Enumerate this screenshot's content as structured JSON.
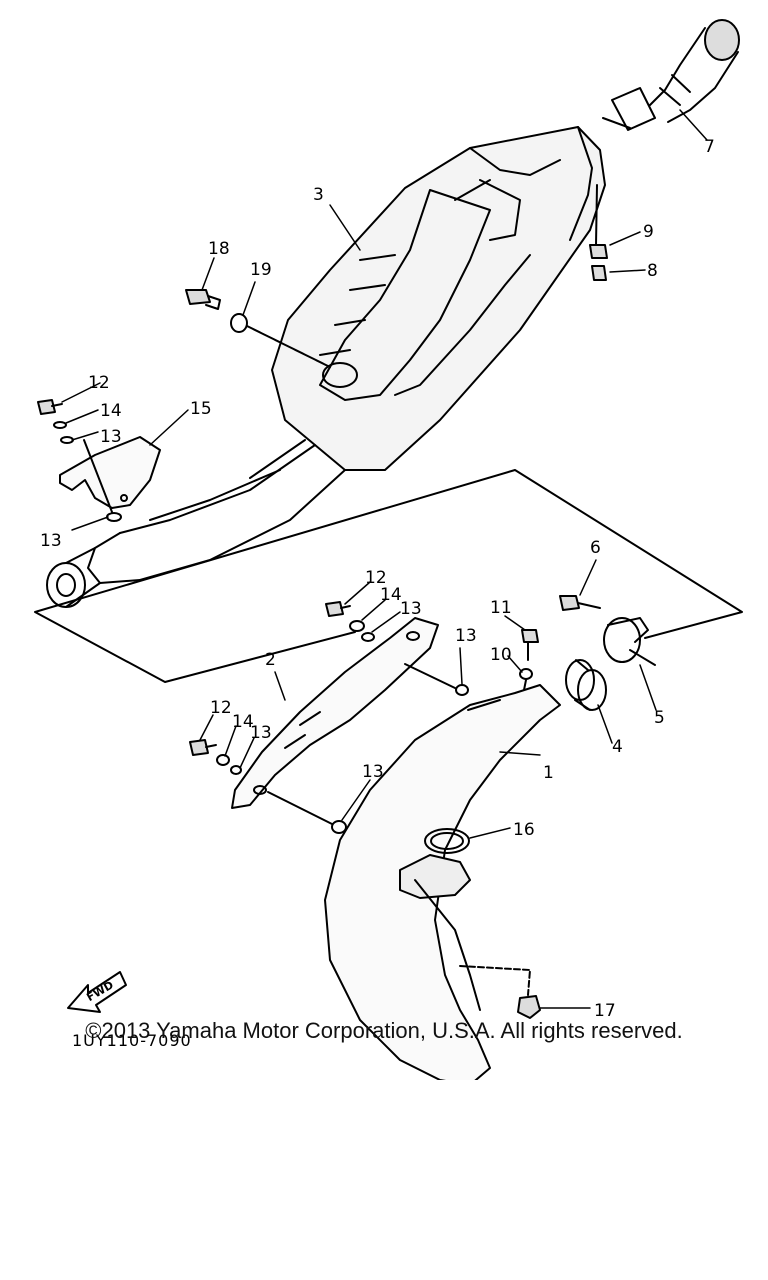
{
  "parts": [
    {
      "id": "p1",
      "num": "1",
      "name": "exhaust-pipe"
    },
    {
      "id": "p2",
      "num": "2",
      "name": "pipe-protector"
    },
    {
      "id": "p3",
      "num": "3",
      "name": "muffler"
    },
    {
      "id": "p4",
      "num": "4",
      "name": "gasket"
    },
    {
      "id": "p5",
      "num": "5",
      "name": "clamp"
    },
    {
      "id": "p6",
      "num": "6",
      "name": "bolt"
    },
    {
      "id": "p7",
      "num": "7",
      "name": "tail-pipe"
    },
    {
      "id": "p8",
      "num": "8",
      "name": "bolt"
    },
    {
      "id": "p9",
      "num": "9",
      "name": "nut"
    },
    {
      "id": "p10",
      "num": "10",
      "name": "washer"
    },
    {
      "id": "p11",
      "num": "11",
      "name": "bolt"
    },
    {
      "id": "p12a",
      "num": "12",
      "name": "screw"
    },
    {
      "id": "p12b",
      "num": "12",
      "name": "screw"
    },
    {
      "id": "p12c",
      "num": "12",
      "name": "screw"
    },
    {
      "id": "p13a",
      "num": "13",
      "name": "damper"
    },
    {
      "id": "p13b",
      "num": "13",
      "name": "damper"
    },
    {
      "id": "p13c",
      "num": "13",
      "name": "damper"
    },
    {
      "id": "p13d",
      "num": "13",
      "name": "damper"
    },
    {
      "id": "p13e",
      "num": "13",
      "name": "damper"
    },
    {
      "id": "p13f",
      "num": "13",
      "name": "damper"
    },
    {
      "id": "p14a",
      "num": "14",
      "name": "washer"
    },
    {
      "id": "p14b",
      "num": "14",
      "name": "washer"
    },
    {
      "id": "p14c",
      "num": "14",
      "name": "washer"
    },
    {
      "id": "p15",
      "num": "15",
      "name": "protector"
    },
    {
      "id": "p16",
      "num": "16",
      "name": "gasket"
    },
    {
      "id": "p17",
      "num": "17",
      "name": "nut"
    },
    {
      "id": "p18",
      "num": "18",
      "name": "bolt"
    },
    {
      "id": "p19",
      "num": "19",
      "name": "washer"
    }
  ],
  "fwd_label": "FWD",
  "diagram_code": "1UY110-7090",
  "copyright": "©2013 Yamaha Motor Corporation, U.S.A. All rights reserved."
}
